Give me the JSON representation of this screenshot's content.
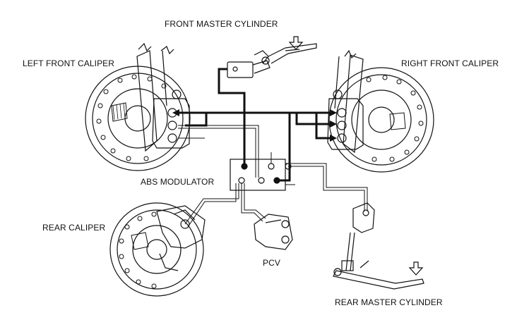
{
  "labels": {
    "front_master_cylinder": "FRONT MASTER CYLINDER",
    "left_front_caliper": "LEFT FRONT CALIPER",
    "right_front_caliper": "RIGHT FRONT CALIPER",
    "abs_modulator": "ABS MODULATOR",
    "rear_caliper": "REAR CALIPER",
    "pcv": "PCV",
    "rear_master_cylinder": "REAR MASTER CYLINDER"
  },
  "colors": {
    "line": "#111111",
    "background": "#ffffff"
  }
}
